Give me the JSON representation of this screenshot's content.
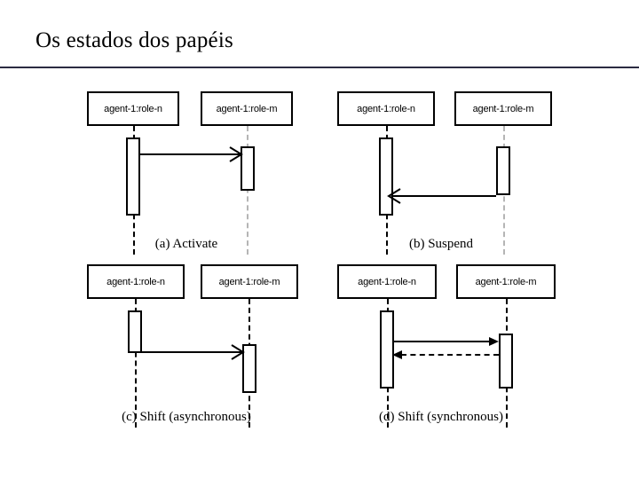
{
  "slide": {
    "title": "Os estados dos papéis",
    "rule_color": "#2b2b42",
    "background": "#ffffff"
  },
  "diagrams": [
    {
      "id": "activate",
      "caption": "(a) Activate",
      "lifelines": [
        {
          "label": "agent-1:role-n",
          "line_style": "dashed",
          "line_color": "#000000"
        },
        {
          "label": "agent-1:role-m",
          "line_style": "dashed",
          "line_color": "#b5b5b5"
        }
      ],
      "messages": [
        {
          "from": "agent-1:role-n",
          "to": "agent-1:role-m",
          "direction": "right",
          "line": "solid",
          "head": "open"
        }
      ]
    },
    {
      "id": "suspend",
      "caption": "(b) Suspend",
      "lifelines": [
        {
          "label": "agent-1:role-n",
          "line_style": "dashed",
          "line_color": "#000000"
        },
        {
          "label": "agent-1:role-m",
          "line_style": "dashed",
          "line_color": "#b5b5b5"
        }
      ],
      "messages": [
        {
          "from": "agent-1:role-m",
          "to": "agent-1:role-n",
          "direction": "left",
          "line": "solid",
          "head": "open"
        }
      ]
    },
    {
      "id": "shift-asynchronous",
      "caption": "(c) Shift (asynchronous)",
      "lifelines": [
        {
          "label": "agent-1:role-n",
          "line_style": "dashed",
          "line_color": "#000000"
        },
        {
          "label": "agent-1:role-m",
          "line_style": "dashed",
          "line_color": "#000000"
        }
      ],
      "messages": [
        {
          "from": "agent-1:role-n",
          "to": "agent-1:role-m",
          "direction": "right",
          "line": "solid",
          "head": "open"
        }
      ]
    },
    {
      "id": "shift-synchronous",
      "caption": "(d) Shift (synchronous)",
      "lifelines": [
        {
          "label": "agent-1:role-n",
          "line_style": "dashed",
          "line_color": "#000000"
        },
        {
          "label": "agent-1:role-m",
          "line_style": "dashed",
          "line_color": "#000000"
        }
      ],
      "messages": [
        {
          "from": "agent-1:role-n",
          "to": "agent-1:role-m",
          "direction": "right",
          "line": "solid",
          "head": "filled"
        },
        {
          "from": "agent-1:role-m",
          "to": "agent-1:role-n",
          "direction": "left",
          "line": "dashed",
          "head": "filled"
        }
      ]
    }
  ]
}
